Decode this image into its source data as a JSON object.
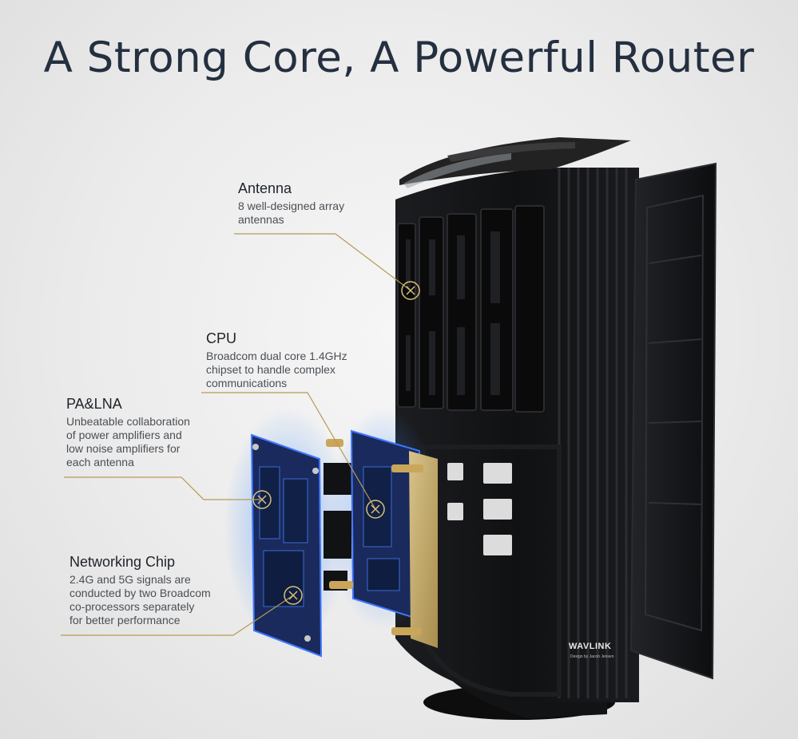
{
  "title": "A Strong Core, A Powerful Router",
  "callouts": {
    "antenna": {
      "heading": "Antenna",
      "lines": [
        "8 well-designed array",
        "antennas"
      ]
    },
    "cpu": {
      "heading": "CPU",
      "lines": [
        "Broadcom dual core 1.4GHz",
        "chipset to handle complex",
        "communications"
      ]
    },
    "pa_lna": {
      "heading": "PA&LNA",
      "lines": [
        "Unbeatable collaboration",
        "of power amplifiers and",
        "low noise amplifiers for",
        "each antenna"
      ]
    },
    "networking_chip": {
      "heading": "Networking Chip",
      "lines": [
        "2.4G and 5G signals are",
        "conducted by two Broadcom",
        "co-processors separately",
        "for better performance"
      ]
    }
  },
  "brand": {
    "logo": "WAVLINK",
    "tagline": "Design by Jacob Jensen"
  },
  "colors": {
    "leader_line": "#b79a55",
    "board_glow": "#2f7bff",
    "device_body": "#141517"
  }
}
